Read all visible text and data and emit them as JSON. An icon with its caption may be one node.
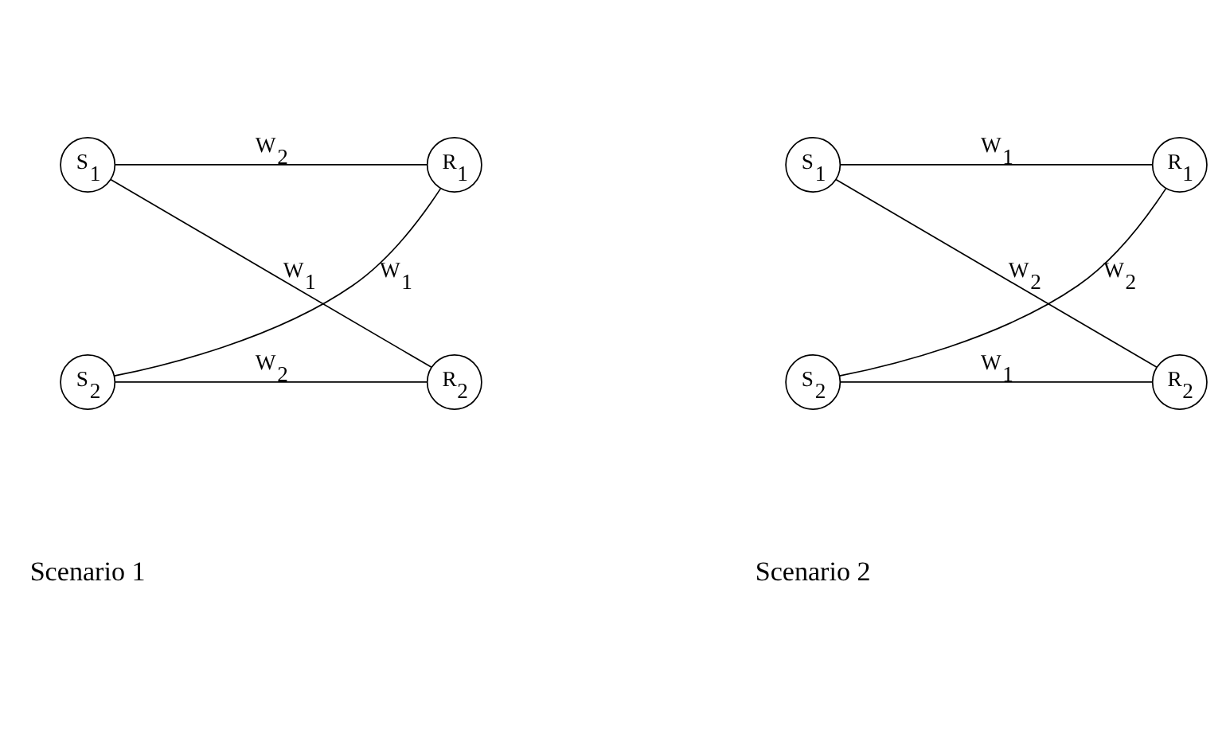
{
  "diagram": {
    "nodes": [
      {
        "text": [
          "S$_{1}$"
        ]
      },
      {
        "text": [
          "R$_{1}$"
        ]
      },
      {
        "text": [
          "S$_{2}$"
        ]
      },
      {
        "text": [
          "R$_{2}$"
        ]
      },
      {
        "text": [
          "S$_{1}$"
        ]
      },
      {
        "text": [
          "R$_{1}$"
        ]
      },
      {
        "text": [
          "S$_{2}$"
        ]
      },
      {
        "text": [
          "R$_{2}$"
        ]
      }
    ],
    "edges": [
      {
        "from": 0,
        "to": 3,
        "arrow": "none",
        "label": "W$_{1}$"
      },
      {
        "from": 0,
        "to": 1,
        "arrow": "none",
        "label": "W$_{2}$"
      },
      {
        "from": 2,
        "to": 1,
        "arrow": "none",
        "label": "W$_{1}$"
      },
      {
        "from": 2,
        "to": 3,
        "arrow": "none",
        "label": "W$_{2}$"
      },
      {
        "from": 4,
        "to": 5,
        "arrow": "none",
        "label": "W$_{1}$"
      },
      {
        "from": 4,
        "to": 7,
        "arrow": "none",
        "label": "W$_{2}$"
      },
      {
        "from": 6,
        "to": 7,
        "arrow": "none",
        "label": "W$_{1}$"
      },
      {
        "from": 6,
        "to": 5,
        "arrow": "none",
        "label": "W$_{2}$"
      }
    ],
    "labels": [
      "Scenario 1",
      "Scenario 2"
    ]
  }
}
